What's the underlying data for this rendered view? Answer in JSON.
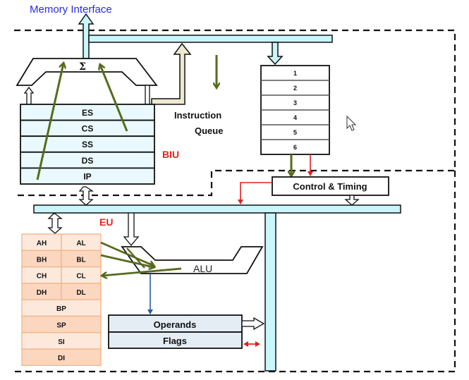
{
  "title": "8086 Internal Architecture",
  "labels": {
    "memory_interface": "Memory Interface",
    "sigma": "Σ",
    "instruction_queue_line1": "Instruction",
    "instruction_queue_line2": "Queue",
    "biu": "BIU",
    "eu": "EU",
    "control_timing": "Control & Timing",
    "alu": "ALU",
    "operands": "Operands",
    "flags": "Flags"
  },
  "segment_registers": [
    "ES",
    "CS",
    "SS",
    "DS",
    "IP"
  ],
  "instruction_queue": [
    "1",
    "2",
    "3",
    "4",
    "5",
    "6"
  ],
  "general_registers": [
    [
      "AH",
      "AL"
    ],
    [
      "BH",
      "BL"
    ],
    [
      "CH",
      "CL"
    ],
    [
      "DH",
      "DL"
    ]
  ],
  "pointer_index_registers": [
    "BP",
    "SP",
    "SI",
    "DI"
  ],
  "colors": {
    "memory_interface_text": "#2a2ae6",
    "unit_label_red": "#e8231c",
    "bus_fill": "#c9f5fb",
    "register_fill": "#e9f9fd",
    "gpr_fill_light": "#fde9dc",
    "gpr_fill_dark": "#fbd7c0",
    "gpr_border": "#f3b486",
    "beige_arrow": "#efe8d2",
    "olive_arrow": "#566b1e",
    "blue_arrow": "#2b5aa6",
    "ctrl_red": "#e02020",
    "operand_fill": "#e4ecf4"
  }
}
